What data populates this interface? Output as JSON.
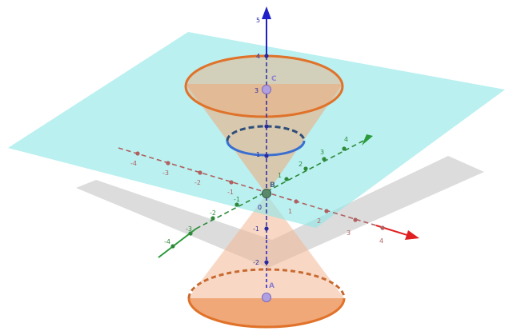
{
  "scene": {
    "colors": {
      "plane": "#8fe6e6",
      "plane_shadow": "#9a9a9a",
      "cone_fill": "#f0a878",
      "cone_rim": "#e0722a",
      "circle_dark": "#2f4f7a",
      "circle_blue": "#3a6fd0",
      "x_axis": "#e02020",
      "y_axis": "#2a9a3a",
      "z_axis": "#2020c8",
      "x_ticks": "#b06060",
      "y_ticks": "#2e8a3a",
      "z_ticks": "#2a2aa0",
      "point": "#b0a0e0"
    },
    "axes": {
      "x": {
        "ticks_positive": [
          "1",
          "2",
          "3",
          "4"
        ],
        "ticks_negative": [
          "-1",
          "-2",
          "-3",
          "-4"
        ]
      },
      "y": {
        "ticks_positive": [
          "1",
          "2",
          "3",
          "4"
        ],
        "ticks_negative": [
          "-1",
          "-2",
          "-3",
          "-4"
        ]
      },
      "z": {
        "ticks_positive": [
          "1",
          "3",
          "4",
          "5"
        ],
        "ticks_negative": [
          "-1",
          "-2"
        ],
        "origin_label": "0"
      }
    },
    "points": [
      {
        "name": "C",
        "z": 3
      },
      {
        "name": "B",
        "z": 0
      },
      {
        "name": "A",
        "z": -3
      }
    ]
  }
}
